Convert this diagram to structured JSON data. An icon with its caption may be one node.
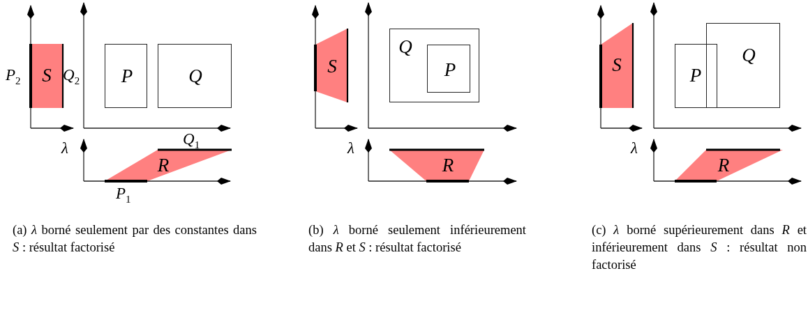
{
  "diagram": {
    "nodes": [
      {
        "text": [
          "S"
        ]
      },
      {
        "text": [
          "P"
        ]
      },
      {
        "text": [
          "Q"
        ]
      },
      {
        "text": [
          "R"
        ]
      },
      {
        "text": [
          "S"
        ]
      },
      {
        "text": [
          "Q"
        ]
      },
      {
        "text": [
          "P"
        ],
        "in": 5
      },
      {
        "text": [
          "R"
        ]
      },
      {
        "text": [
          "S"
        ]
      },
      {
        "text": [
          "P"
        ]
      },
      {
        "text": [
          "Q"
        ]
      },
      {
        "text": [
          "R"
        ]
      }
    ],
    "labels": [
      "P$_{2}$",
      "Q$_{2}$",
      "λ",
      "Q$_{1}$",
      "P$_{1}$",
      "λ",
      "λ",
      "(a) *λ* borné seulement par des constantes dans *S* : résultat factorisé",
      "(b) *λ* borné seulement inférieurement dans *R* et *S* : résultat factorisé",
      "(c) *λ* borné supérieurement dans *R* et inférieurement dans *S* : résultat non factorisé"
    ]
  }
}
